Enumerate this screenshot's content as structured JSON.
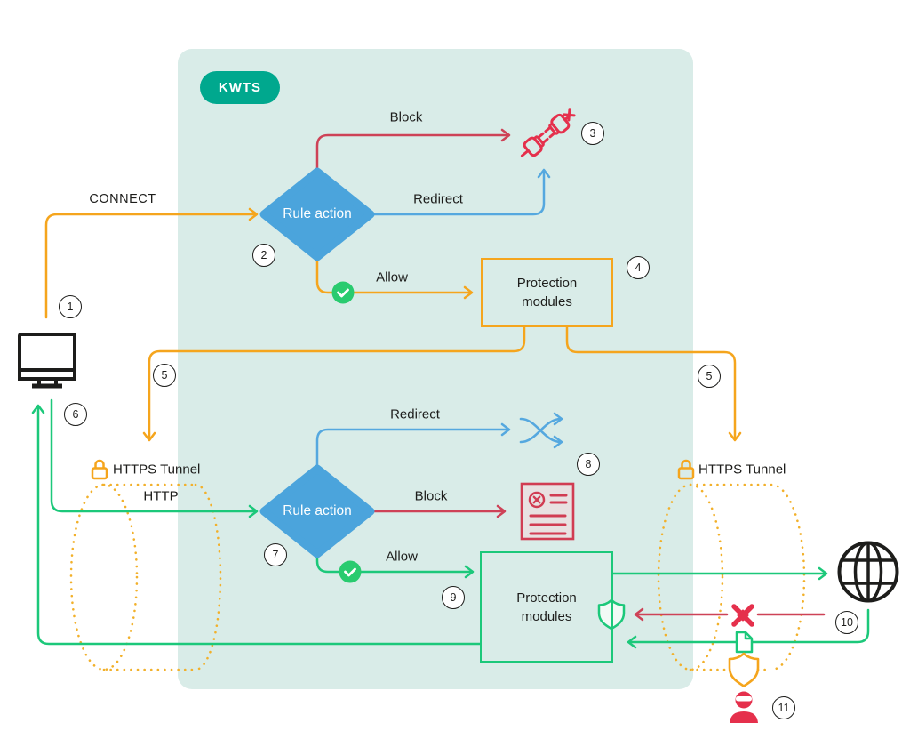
{
  "badge": {
    "label": "KWTS"
  },
  "decisions": [
    {
      "label": "Rule action"
    },
    {
      "label": "Rule action"
    }
  ],
  "modules": [
    {
      "label": "Protection modules"
    },
    {
      "label": "Protection modules"
    }
  ],
  "edge_labels": {
    "connect": "CONNECT",
    "block_top": "Block",
    "redirect_top": "Redirect",
    "allow_top": "Allow",
    "http": "HTTP",
    "redirect_bottom": "Redirect",
    "block_bottom": "Block",
    "allow_bottom": "Allow"
  },
  "tunnel_labels": {
    "left": "HTTPS Tunnel",
    "right": "HTTPS Tunnel"
  },
  "step_markers": [
    "1",
    "2",
    "3",
    "4",
    "5",
    "5",
    "6",
    "7",
    "8",
    "9",
    "10",
    "11"
  ],
  "icons": [
    "monitor-icon",
    "lock-icon",
    "disconnected-plug-icon",
    "check-icon",
    "shuffle-icon",
    "blocked-page-icon",
    "shield-icon",
    "globe-icon",
    "malware-icon",
    "file-icon",
    "hacker-icon",
    "tunnel-cylinder"
  ],
  "colors": {
    "brand_teal": "#00a88e",
    "panel_bg": "#d9ece8",
    "orange": "#f5a51d",
    "red_line": "#ce4257",
    "red_icon": "#e5304c",
    "blue": "#55a8df",
    "diamond_blue": "#4ba4dc",
    "green": "#1cc87a",
    "check_green": "#29cb6f",
    "ink": "#1d1d1b"
  }
}
